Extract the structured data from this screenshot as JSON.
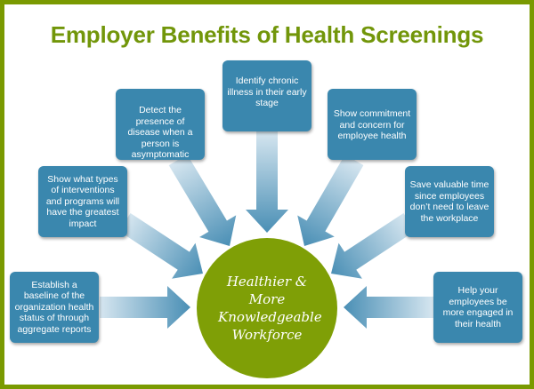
{
  "title": "Employer Benefits of Health Screenings",
  "center": {
    "text": "Healthier & More Knowledgeable Workforce",
    "color": "#7f9f06"
  },
  "colors": {
    "border": "#7a9a01",
    "box": "#3a87ae",
    "arrow_dark": "#4a8fb5",
    "arrow_light": "#d6e6f0"
  },
  "boxes": [
    {
      "id": "establish-baseline",
      "text": "Establish a baseline of the organization health status of through aggregate reports"
    },
    {
      "id": "show-interventions",
      "text": "Show what types of interventions and programs will have the greatest impact"
    },
    {
      "id": "detect-disease",
      "text": "Detect the presence of disease when a person is asymptomatic"
    },
    {
      "id": "identify-chronic",
      "text": "Identify chronic illness in their early stage"
    },
    {
      "id": "show-commitment",
      "text": "Show commitment and concern for employee health"
    },
    {
      "id": "save-time",
      "text": "Save valuable time since employees don’t need to leave the workplace"
    },
    {
      "id": "help-engaged",
      "text": "Help your employees be more engaged in their health"
    }
  ]
}
